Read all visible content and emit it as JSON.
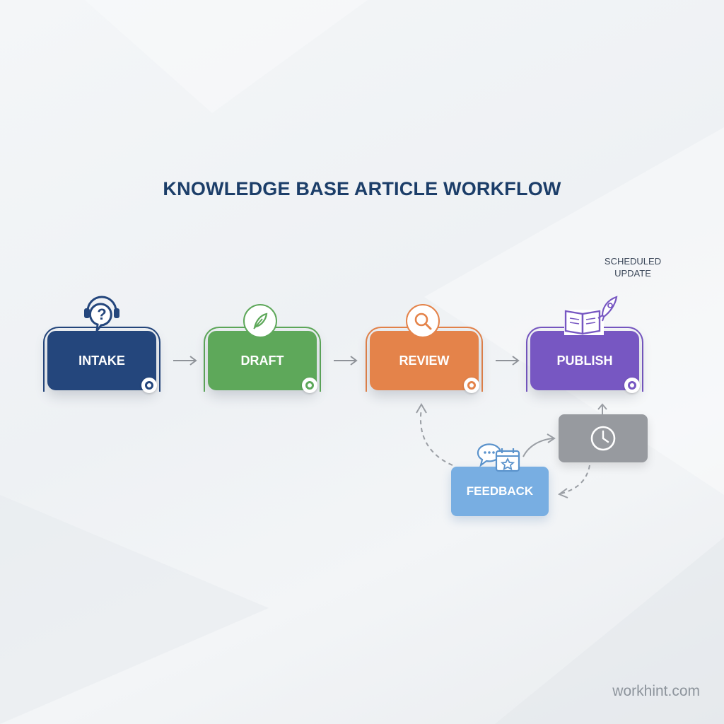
{
  "title": "KNOWLEDGE BASE ARTICLE WORKFLOW",
  "stages": [
    {
      "label": "INTAKE",
      "color": "#24467c",
      "icon": "headset-question-icon"
    },
    {
      "label": "DRAFT",
      "color": "#5ea85a",
      "icon": "feather-icon"
    },
    {
      "label": "REVIEW",
      "color": "#e4834a",
      "icon": "magnifier-icon"
    },
    {
      "label": "PUBLISH",
      "color": "#7757c2",
      "icon": "book-rocket-icon"
    }
  ],
  "scheduled_update": {
    "label": "SCHEDULED\nUPDATE",
    "color": "#979a9f",
    "icon": "clock-icon"
  },
  "feedback": {
    "label": "FEEDBACK",
    "color": "#78aee2",
    "icon": "chat-calendar-star-icon"
  },
  "watermark": "workhint.com"
}
